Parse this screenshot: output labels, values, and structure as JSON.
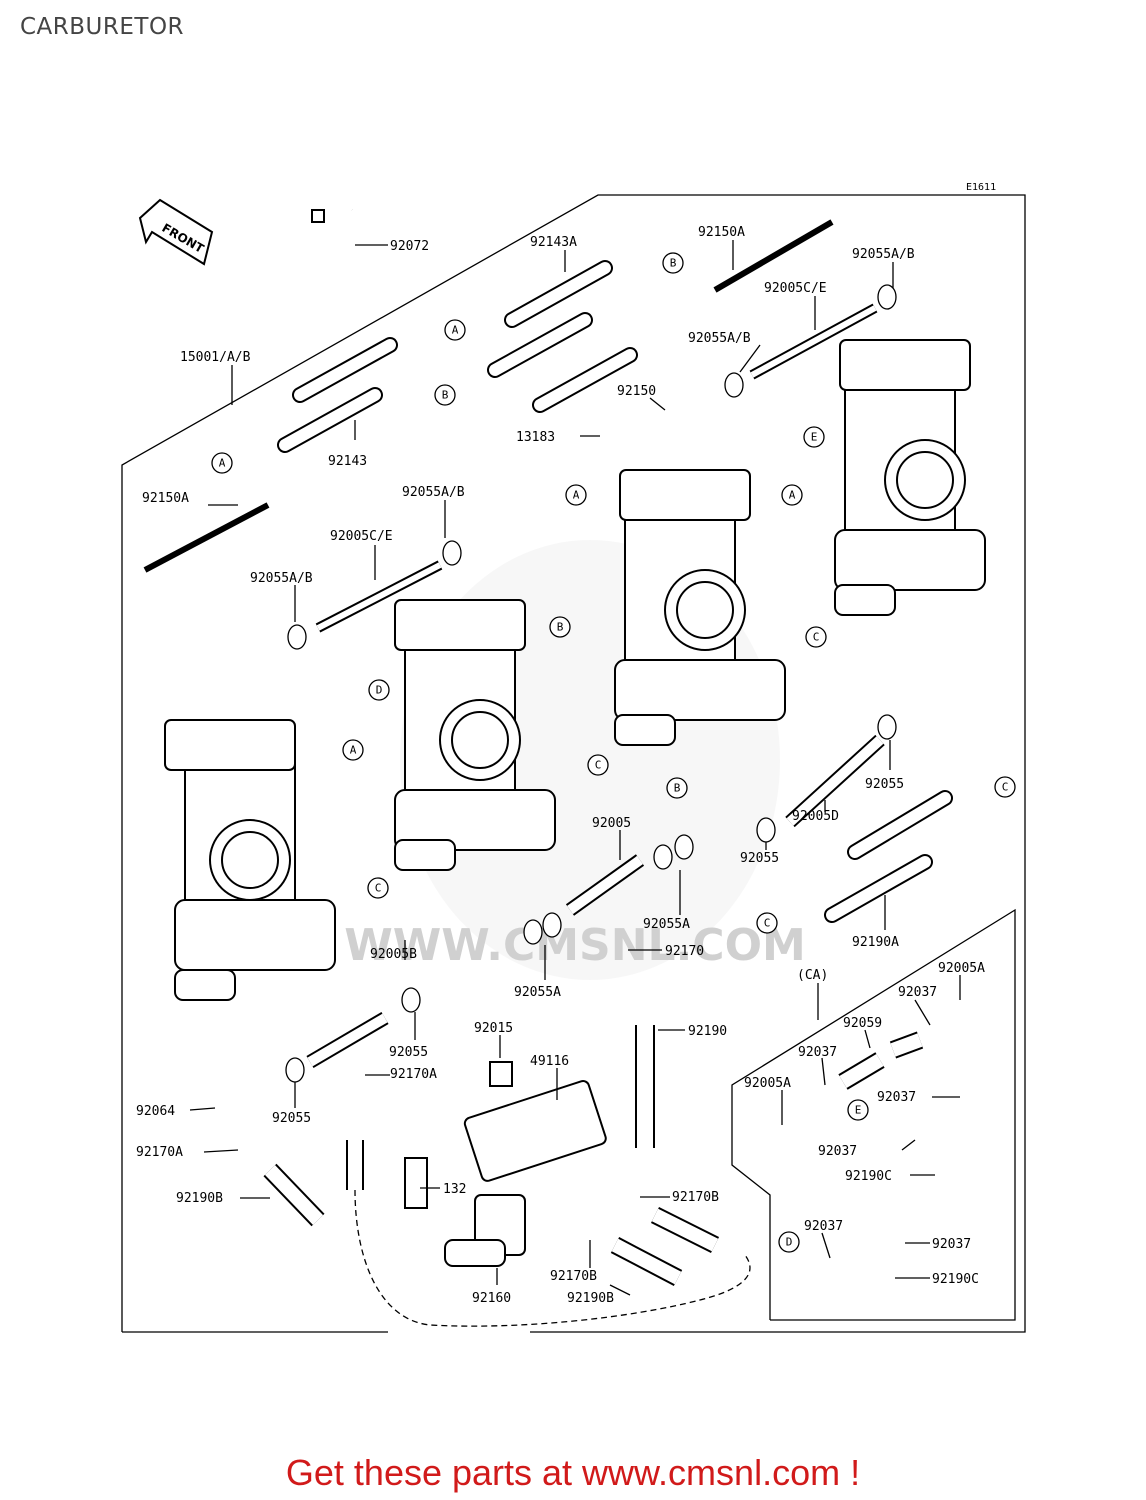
{
  "title": "CARBURETOR",
  "ref_code": "E1611",
  "front_label": "FRONT",
  "watermark_text": "WWW.CMSNL.COM",
  "footer": "Get these parts at www.cmsnl.com !",
  "colors": {
    "footer": "#d11a1a",
    "lines": "#000000",
    "watermark": "#d9d9d9"
  },
  "part_labels": [
    "92072",
    "92143A",
    "92150A",
    "92055A/B",
    "15001/A/B",
    "92005C/E",
    "92055A/B",
    "92150",
    "13183",
    "92143",
    "92150A",
    "92055A/B",
    "92005C/E",
    "92055A/B",
    "92055",
    "92005D",
    "92055",
    "92005",
    "92055A",
    "92190A",
    "92005B",
    "92170",
    "92055A",
    "(CA)",
    "92005A",
    "92037",
    "92059",
    "92037",
    "92015",
    "49116",
    "92190",
    "92005A",
    "92037",
    "92055",
    "92170A",
    "92055",
    "92064",
    "92170A",
    "92037",
    "92190C",
    "132",
    "92170B",
    "92190B",
    "92037",
    "92037",
    "92190C",
    "92170B",
    "92160",
    "92190B"
  ],
  "callouts": [
    "A",
    "B",
    "E",
    "A",
    "B",
    "C",
    "D",
    "A",
    "B",
    "C",
    "C",
    "C",
    "C",
    "E",
    "D"
  ]
}
